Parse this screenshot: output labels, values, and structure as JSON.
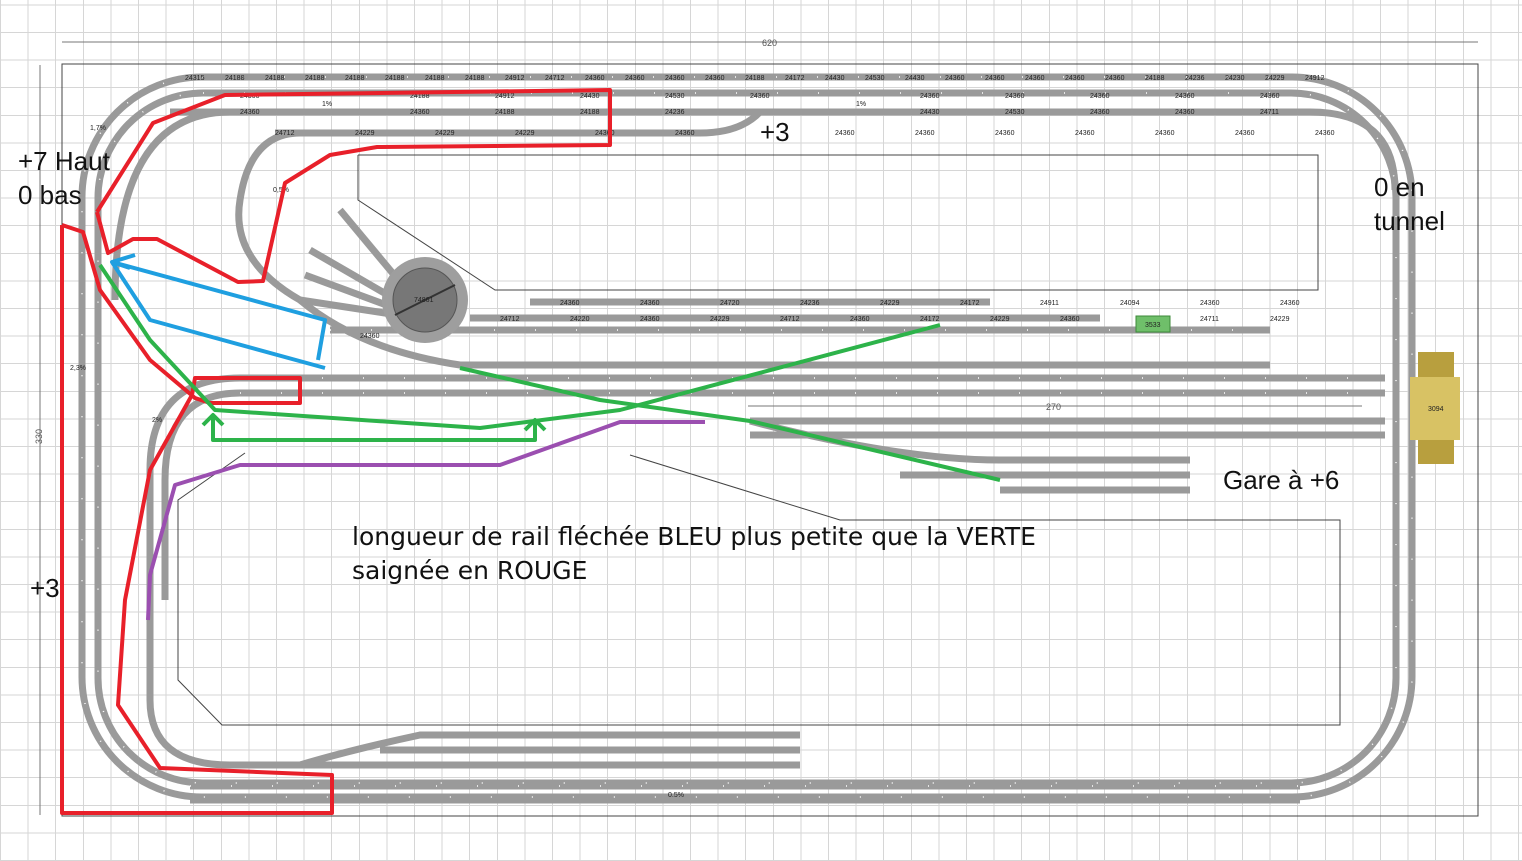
{
  "dimensions": {
    "width": "620",
    "height": "330",
    "station": "270"
  },
  "annotations": {
    "top_left_line1": "+7 Haut",
    "top_left_line2": "0 bas",
    "top_middle": "+3",
    "left_bottom": "+3",
    "right_line1": "0 en",
    "right_line2": "tunnel",
    "station": "Gare à +6"
  },
  "caption": {
    "line1": "longueur de rail fléchée BLEU plus petite que la VERTE",
    "line2": "saignée en ROUGE"
  },
  "gradients": [
    "1,7%",
    "1%",
    "0,5%",
    "2,3%",
    "1%",
    "2%",
    "0.5%"
  ],
  "turntable": "74861",
  "building_labels": [
    "3094",
    "3533"
  ],
  "track_labels": [
    "24315",
    "24188",
    "24188",
    "24188",
    "24188",
    "24188",
    "24188",
    "24188",
    "24912",
    "24712",
    "24360",
    "24360",
    "24360",
    "24360",
    "24188",
    "24172",
    "24430",
    "24530",
    "24430",
    "24360",
    "24360",
    "24360",
    "24360",
    "24360",
    "24188",
    "24236",
    "24230",
    "24229",
    "24912",
    "24360",
    "24188",
    "24912",
    "24430",
    "24530",
    "24360",
    "24360",
    "24360",
    "24360",
    "24360",
    "24360",
    "24360",
    "24360",
    "24188",
    "24188",
    "24236",
    "24430",
    "24530",
    "24360",
    "24360",
    "24711",
    "24712",
    "24229",
    "24229",
    "24229",
    "24360",
    "24360",
    "24360",
    "24360",
    "24360",
    "24360",
    "24360",
    "24360",
    "24360",
    "24360",
    "24360",
    "24720",
    "24236",
    "24229",
    "24172",
    "24911",
    "24094",
    "24360",
    "24360",
    "24712",
    "24220",
    "24360",
    "24229",
    "24712",
    "24360",
    "24172",
    "24229",
    "24360",
    "24711",
    "24229",
    "24360"
  ],
  "colors": {
    "red": "#e8202a",
    "blue": "#1f9fe0",
    "green": "#2db34a",
    "purple": "#9b4fb0",
    "track": "#9a9a9a",
    "building": "#c9b04e",
    "green_building": "#6fbf6a"
  }
}
